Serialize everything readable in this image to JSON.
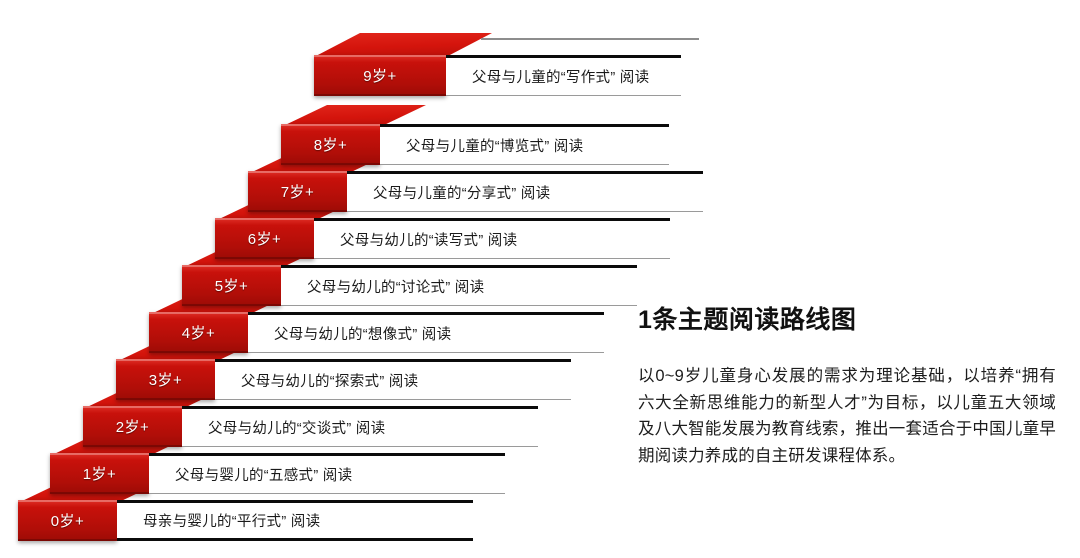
{
  "diagram": {
    "title": "1条主题阅读路线图",
    "body": "以0~9岁儿童身心发展的需求为理论基础，以培养“拥有六大全新思维能力的新型人才”为目标，以儿童五大领域及八大智能发展为教育线索，推出一套适合于中国儿童早期阅读力养成的自主研发课程体系。",
    "accent_color": "#C8110B",
    "steps": [
      {
        "age": "0岁+",
        "desc": "母亲与婴儿的“平行式” 阅读"
      },
      {
        "age": "1岁+",
        "desc": "父母与婴儿的“五感式” 阅读"
      },
      {
        "age": "2岁+",
        "desc": "父母与幼儿的“交谈式” 阅读"
      },
      {
        "age": "3岁+",
        "desc": "父母与幼儿的“探索式” 阅读"
      },
      {
        "age": "4岁+",
        "desc": "父母与幼儿的“想像式” 阅读"
      },
      {
        "age": "5岁+",
        "desc": "父母与幼儿的“讨论式” 阅读"
      },
      {
        "age": "6岁+",
        "desc": "父母与幼儿的“读写式” 阅读"
      },
      {
        "age": "7岁+",
        "desc": "父母与儿童的“分享式” 阅读"
      },
      {
        "age": "8岁+",
        "desc": "父母与儿童的“博览式” 阅读"
      },
      {
        "age": "9岁+",
        "desc": "父母与儿童的“写作式” 阅读"
      }
    ]
  }
}
